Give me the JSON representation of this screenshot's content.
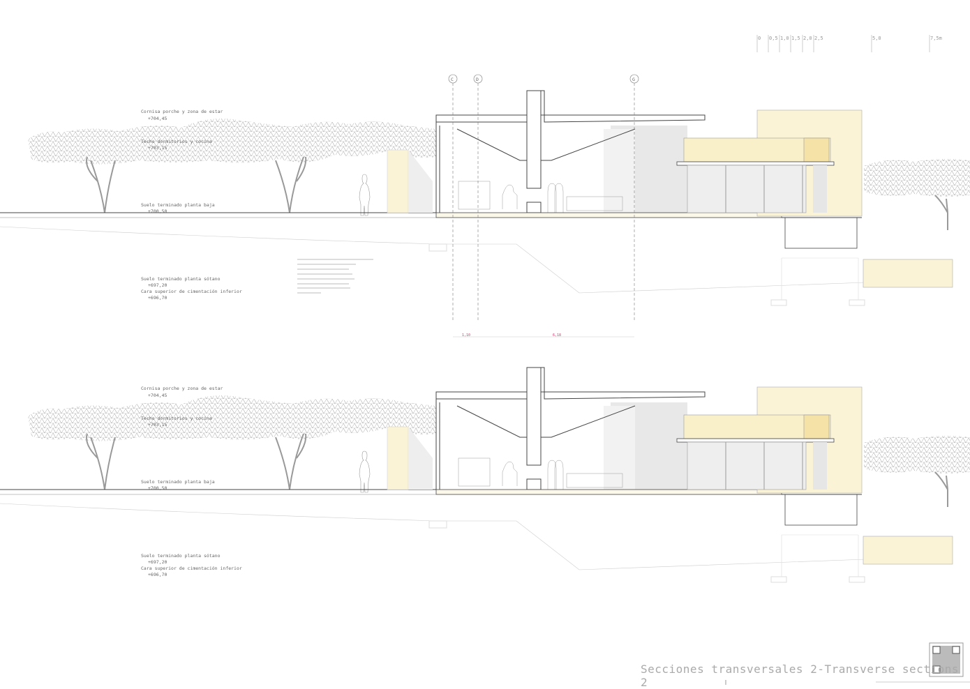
{
  "sheet": {
    "title": "Secciones transversales 2-Transverse sections 2",
    "qr_code": "qr-code"
  },
  "scale_bar": {
    "ticks": [
      "0",
      "0,5",
      "1,0",
      "1,5",
      "2,0",
      "2,5",
      "5,0",
      "7,5m"
    ]
  },
  "levels": {
    "cornisa": {
      "label": "Cornisa porche y zona de estar",
      "value": "+704,45"
    },
    "techo": {
      "label": "Techo dormitorios y cocina",
      "value": "+703,15"
    },
    "suelo_baja": {
      "label": "Suelo terminado planta baja",
      "value": "+700,50"
    },
    "suelo_sotano": {
      "label": "Suelo terminado planta sótano",
      "value": "+697,20"
    },
    "cimentacion": {
      "label": "Cara superior de cimentación inferior",
      "value": "+696,70"
    }
  },
  "grid_axes": [
    "C",
    "D",
    "G"
  ],
  "dimensions": [
    "1,10",
    "6,18"
  ],
  "colors": {
    "line": "#444444",
    "accent_yellow": "#fbf3d6",
    "gray_fill": "#e8e8e8",
    "dimension": "#e0306a"
  }
}
